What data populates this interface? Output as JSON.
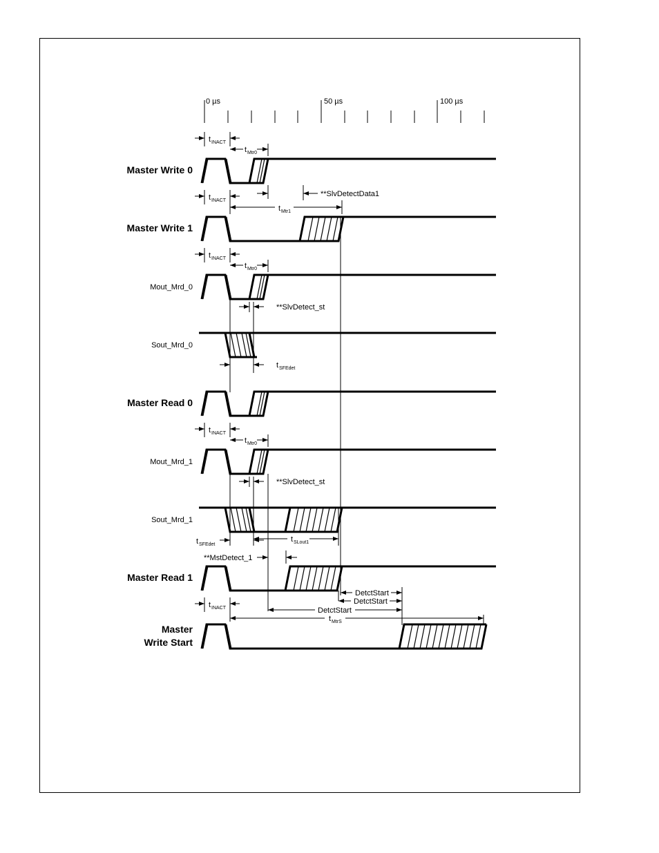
{
  "time_axis": {
    "ticks": [
      "0 µs",
      "50 µs",
      "100 µs"
    ]
  },
  "signals": {
    "master_write_0": "Master Write 0",
    "master_write_1": "Master Write 1",
    "mout_mrd_0": "Mout_Mrd_0",
    "sout_mrd_0": "Sout_Mrd_0",
    "master_read_0": "Master Read 0",
    "mout_mrd_1": "Mout_Mrd_1",
    "sout_mrd_1": "Sout_Mrd_1",
    "master_read_1": "Master Read 1",
    "master_write_start_l1": "Master",
    "master_write_start_l2": "Write Start"
  },
  "annotations": {
    "t": "t",
    "inact": "INACT",
    "mtr0": "Mtr0",
    "mtr1": "Mtr1",
    "mtrs": "MtrS",
    "sfedet": "SFEdet",
    "slout1": "SLout1",
    "slv_detect_data1": "**SlvDetectData1",
    "slv_detect_st": "**SlvDetect_st",
    "mst_detect_1": "**MstDetect_1",
    "detct_start": "DetctStart"
  }
}
